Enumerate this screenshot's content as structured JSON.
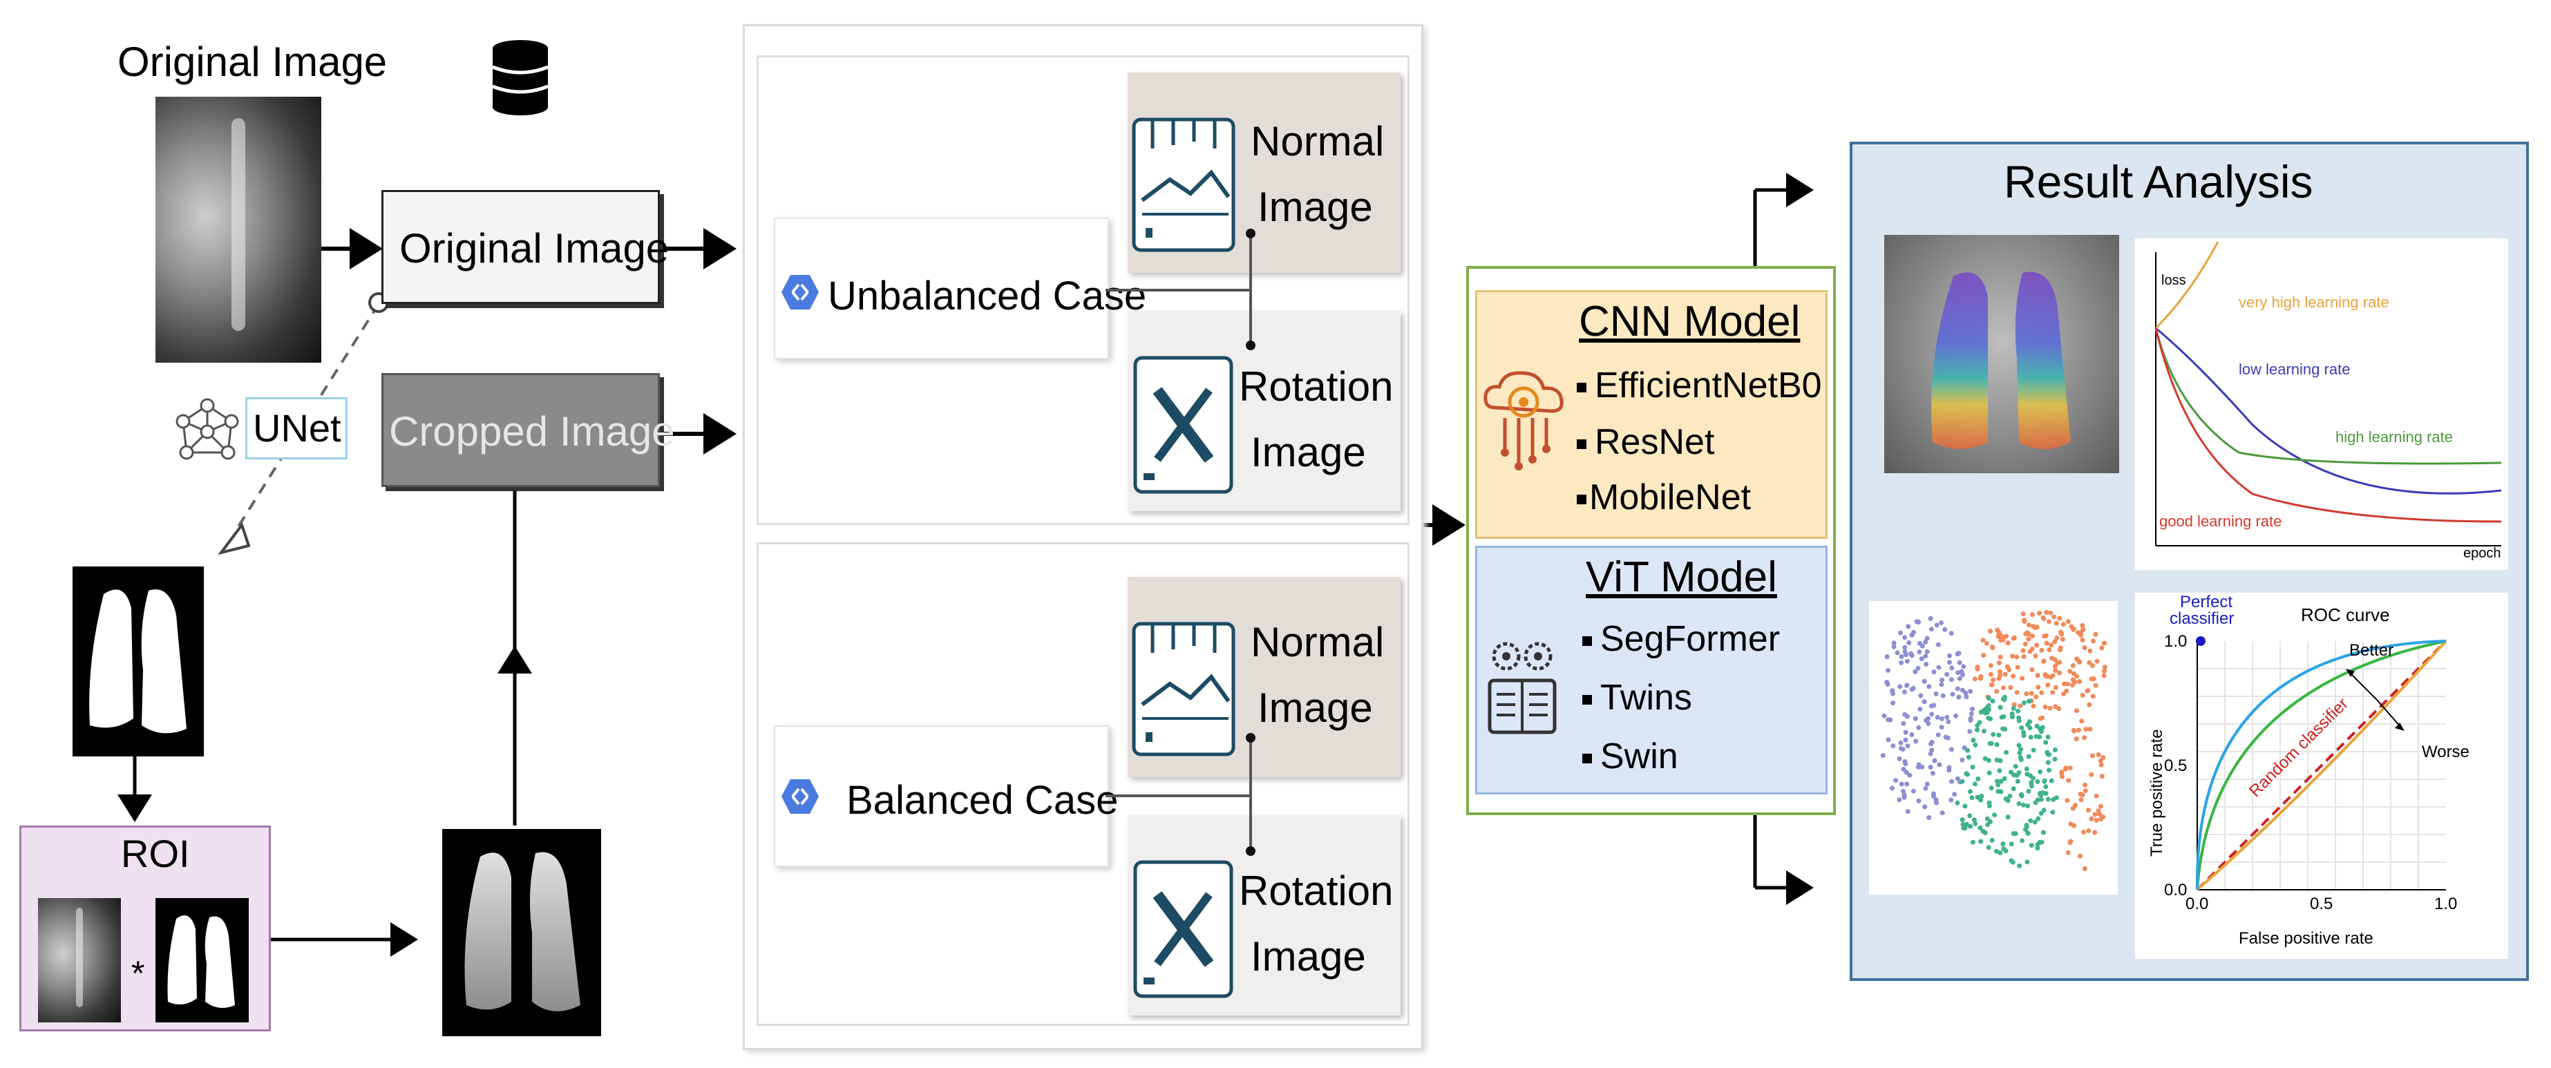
{
  "left": {
    "original_title": "Original Image",
    "original_box": "Original Image",
    "cropped_box": "Cropped Image",
    "unet_label": "UNet",
    "roi_label": "ROI",
    "roi_operator": "*"
  },
  "middle": {
    "unbalanced": {
      "case_label": "Unbalanced Case",
      "normal_line1": "Normal",
      "normal_line2": "Image",
      "rotation_line1": "Rotation",
      "rotation_line2": "Image"
    },
    "balanced": {
      "case_label": "Balanced Case",
      "normal_line1": "Normal",
      "normal_line2": "Image",
      "rotation_line1": "Rotation",
      "rotation_line2": "Image"
    }
  },
  "models": {
    "cnn_title": "CNN Model",
    "cnn_items": [
      "EfficientNetB0",
      "ResNet",
      "MobileNet"
    ],
    "vit_title": "ViT Model",
    "vit_items": [
      "SegFormer",
      "Twins",
      "Swin"
    ]
  },
  "result": {
    "title": "Result Analysis",
    "lr_chart": {
      "ylabel": "loss",
      "xlabel": "epoch",
      "labels": [
        "very high learning rate",
        "low learning rate",
        "high learning rate",
        "good learning rate"
      ],
      "colors": [
        "#e8a33c",
        "#3b3bb8",
        "#4c9a3c",
        "#d23a2e"
      ]
    },
    "roc_chart": {
      "title": "ROC curve",
      "xlabel": "False positive rate",
      "ylabel": "True positive rate",
      "ticks_x": [
        "0.0",
        "0.5",
        "1.0"
      ],
      "ticks_y": [
        "0.0",
        "0.5",
        "1.0"
      ],
      "perfect_line1": "Perfect",
      "perfect_line2": "classifier",
      "better": "Better",
      "worse": "Worse",
      "random": "Random classifier"
    }
  }
}
